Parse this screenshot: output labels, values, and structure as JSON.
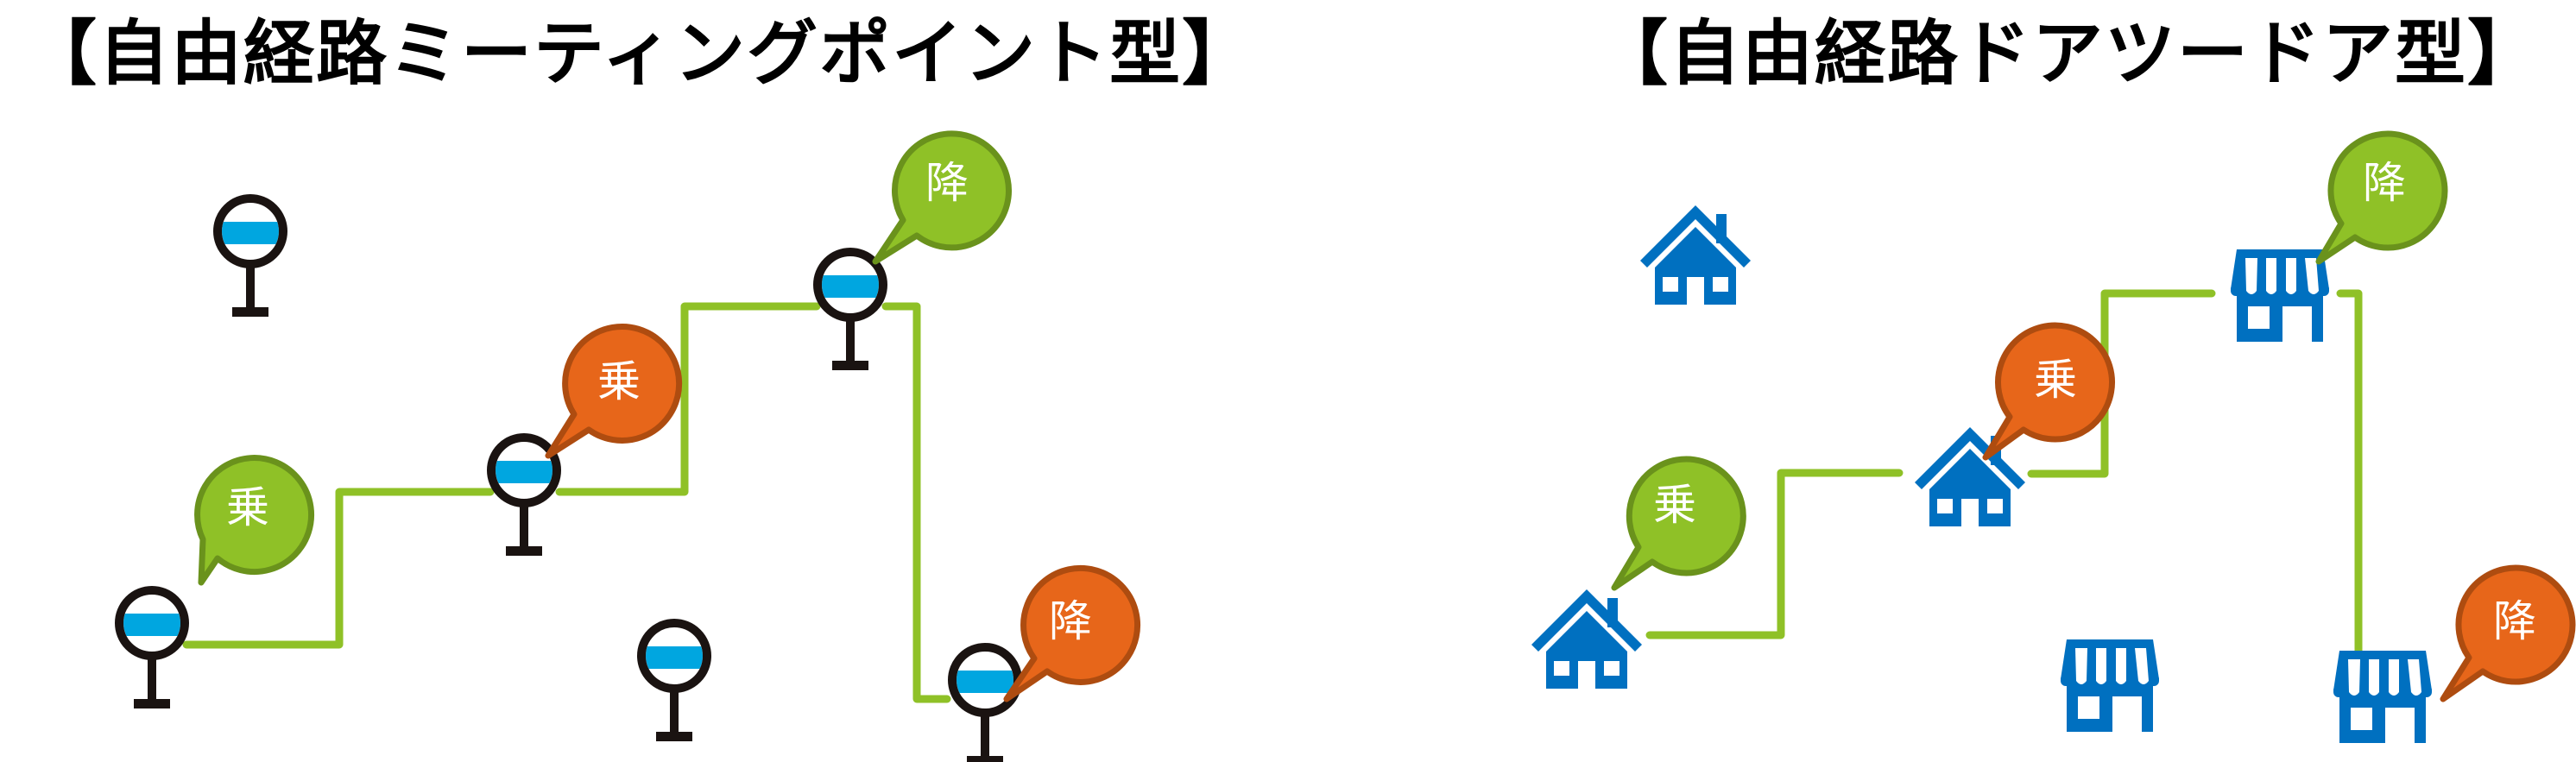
{
  "colors": {
    "route": "#8FC127",
    "bubble_green": "#8FC127",
    "bubble_green_border": "#6A921C",
    "bubble_orange": "#E7661A",
    "bubble_orange_border": "#AE4C10",
    "bus_stop_ring": "#1A1311",
    "bus_stop_band": "#00A6E0",
    "building_blue": "#0070C0"
  },
  "left_diagram": {
    "title": "【自由経路ミーティングポイント型】",
    "bubbles": [
      {
        "label": "乗",
        "type": "pickup",
        "color": "green"
      },
      {
        "label": "乗",
        "type": "pickup",
        "color": "orange"
      },
      {
        "label": "降",
        "type": "dropoff",
        "color": "green"
      },
      {
        "label": "降",
        "type": "dropoff",
        "color": "orange"
      }
    ],
    "icon": "bus-stop-icon",
    "bus_stop_count": 6
  },
  "right_diagram": {
    "title": "【自由経路ドアツードア型】",
    "bubbles": [
      {
        "label": "乗",
        "type": "pickup",
        "color": "green"
      },
      {
        "label": "乗",
        "type": "pickup",
        "color": "orange"
      },
      {
        "label": "降",
        "type": "dropoff",
        "color": "green"
      },
      {
        "label": "降",
        "type": "dropoff",
        "color": "orange"
      }
    ],
    "icons": [
      "house-icon",
      "store-icon"
    ],
    "house_count": 3,
    "store_count": 3
  }
}
